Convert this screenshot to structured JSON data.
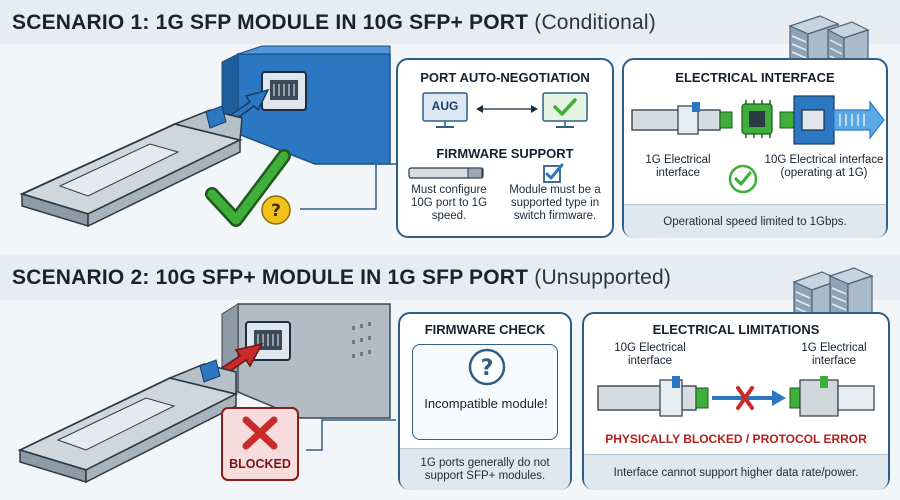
{
  "scenario1": {
    "title": "SCENARIO 1: 1G SFP MODULE IN 10G SFP+ PORT",
    "tag": "(Conditional)",
    "left_panel": {
      "heading1": "PORT AUTO-NEGOTIATION",
      "box_label": "AUG",
      "heading2": "FIRMWARE SUPPORT",
      "note_left": "Must configure 10G port to 1G speed.",
      "note_right": "Module must be a supported type in switch firmware."
    },
    "right_panel": {
      "heading": "ELECTRICAL INTERFACE",
      "label_left": "1G Electrical interface",
      "label_right": "10G Electrical interface (operating at 1G)",
      "footer": "Operational speed limited to 1Gbps."
    }
  },
  "scenario2": {
    "title": "SCENARIO 2: 10G SFP+ MODULE IN 1G SFP PORT",
    "tag": "(Unsupported)",
    "badge": "BLOCKED",
    "left_panel": {
      "heading": "FIRMWARE CHECK",
      "message": "Incompatible module!",
      "footer": "1G ports generally do not support SFP+ modules."
    },
    "right_panel": {
      "heading": "ELECTRICAL LIMITATIONS",
      "label_left": "10G Electrical interface",
      "label_right": "1G Electrical interface",
      "error": "PHYSICALLY BLOCKED / PROTOCOL ERROR",
      "footer": "Interface cannot support higher data rate/power."
    }
  },
  "colors": {
    "panel_border": "#2f5e86",
    "switch_blue": "#2b77c2",
    "check_green": "#3fae3a",
    "warning_yellow": "#f2c21b",
    "error_red": "#c92a2a"
  }
}
